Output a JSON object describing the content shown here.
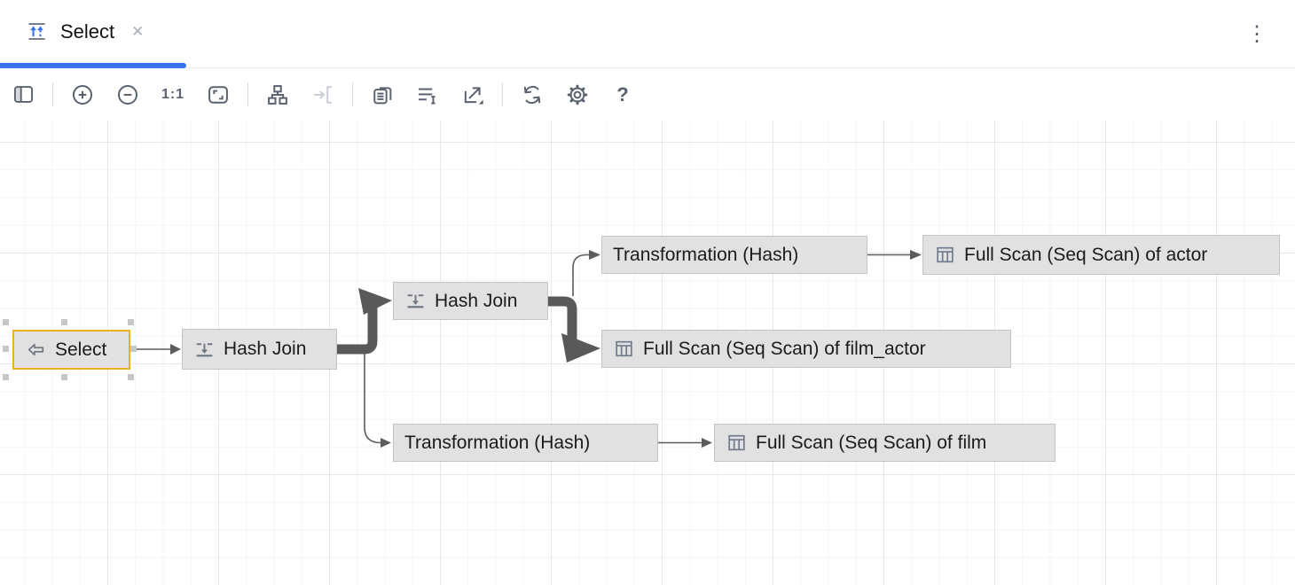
{
  "tab_bar": {
    "tabs": [
      {
        "title": "Select",
        "icon": "explain-plan-icon",
        "close_glyph": "✕",
        "active": true
      }
    ],
    "more_glyph": "⋮"
  },
  "toolbar": {
    "buttons": [
      {
        "name": "toggle-sidebar"
      },
      {
        "name": "zoom-in"
      },
      {
        "name": "zoom-out"
      },
      {
        "name": "actual-size",
        "label": "1:1"
      },
      {
        "name": "fit-content"
      },
      {
        "name": "apply-layout"
      },
      {
        "name": "jump-to-source",
        "disabled": true
      },
      {
        "name": "copy-diagram"
      },
      {
        "name": "show-node-details"
      },
      {
        "name": "export-diagram"
      },
      {
        "name": "refresh"
      },
      {
        "name": "settings"
      },
      {
        "name": "help",
        "label": "?"
      }
    ]
  },
  "diagram": {
    "nodes": [
      {
        "id": "select",
        "label": "Select",
        "icon": "left-arrow-icon",
        "selected": true
      },
      {
        "id": "hash-join-1",
        "label": "Hash Join",
        "icon": "join-icon"
      },
      {
        "id": "hash-join-2",
        "label": "Hash Join",
        "icon": "join-icon"
      },
      {
        "id": "transformation-hash-1",
        "label": "Transformation (Hash)"
      },
      {
        "id": "full-scan-actor",
        "label": "Full Scan (Seq Scan) of actor",
        "icon": "table-icon"
      },
      {
        "id": "full-scan-film-actor",
        "label": "Full Scan (Seq Scan) of film_actor",
        "icon": "table-icon"
      },
      {
        "id": "transformation-hash-2",
        "label": "Transformation (Hash)"
      },
      {
        "id": "full-scan-film",
        "label": "Full Scan (Seq Scan) of film",
        "icon": "table-icon"
      }
    ],
    "edges": [
      {
        "from": "select",
        "to": "hash-join-1",
        "weight": "thin"
      },
      {
        "from": "hash-join-1",
        "to": "hash-join-2",
        "weight": "thick"
      },
      {
        "from": "hash-join-1",
        "to": "transformation-hash-2",
        "weight": "thin"
      },
      {
        "from": "hash-join-2",
        "to": "transformation-hash-1",
        "weight": "thin"
      },
      {
        "from": "hash-join-2",
        "to": "full-scan-film-actor",
        "weight": "thick"
      },
      {
        "from": "transformation-hash-1",
        "to": "full-scan-actor",
        "weight": "thin"
      },
      {
        "from": "transformation-hash-2",
        "to": "full-scan-film",
        "weight": "thin"
      }
    ]
  },
  "colors": {
    "accent_blue": "#3574F0",
    "selection_border": "#EEB11C",
    "node_fill": "#E1E1E1",
    "node_border": "#C4C4C4",
    "edge_gray": "#595959",
    "icon_gray": "#5A6270",
    "grid_major": "#E7E7E7",
    "grid_minor": "#F4F4F4"
  }
}
